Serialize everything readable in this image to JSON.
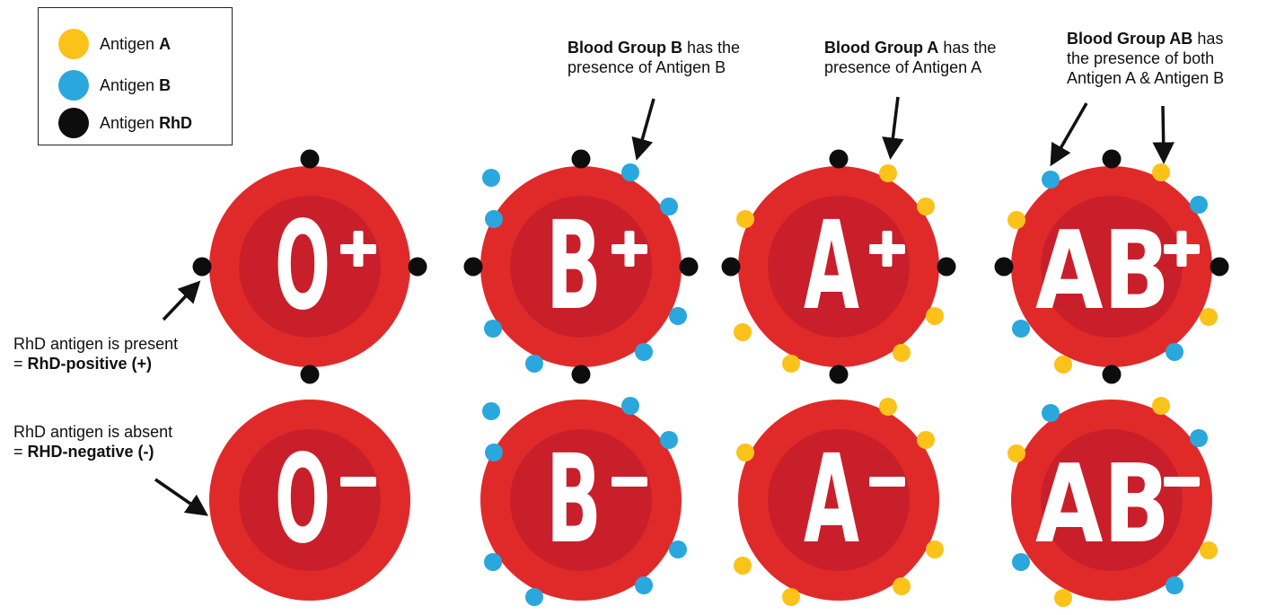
{
  "colors": {
    "antigen_a": "#fbc21a",
    "antigen_b": "#2aa7dc",
    "antigen_rhd": "#0d0d0d",
    "cell_outer": "#e02a2a",
    "cell_inner": "#c91f2a",
    "label": "#ffffff"
  },
  "legend": {
    "items": [
      {
        "prefix": "Antigen ",
        "bold": "A",
        "color_key": "antigen_a"
      },
      {
        "prefix": "Antigen ",
        "bold": "B",
        "color_key": "antigen_b"
      },
      {
        "prefix": "Antigen ",
        "bold": "RhD",
        "color_key": "antigen_rhd"
      }
    ]
  },
  "annotations": {
    "group_b": {
      "bold": "Blood Group B",
      "line1_rest": " has the",
      "line2": "presence of Antigen B"
    },
    "group_a": {
      "bold": "Blood Group A",
      "line1_rest": " has the",
      "line2": "presence of Antigen A"
    },
    "group_ab": {
      "bold": "Blood Group AB",
      "line1_rest": " has",
      "line2": "the presence of both",
      "line3": "Antigen A & Antigen B"
    },
    "rhd_positive": {
      "line1": "RhD antigen is present",
      "prefix": "= ",
      "bold": "RhD-positive (+)"
    },
    "rhd_negative": {
      "line1": "RhD antigen is absent",
      "prefix": "= ",
      "bold": "RHD-negative (-)"
    }
  },
  "cells": [
    {
      "id": "o-pos",
      "type": "O",
      "sign": "+",
      "antigens": "",
      "rhd": true
    },
    {
      "id": "b-pos",
      "type": "B",
      "sign": "+",
      "antigens": "B",
      "rhd": true
    },
    {
      "id": "a-pos",
      "type": "A",
      "sign": "+",
      "antigens": "A",
      "rhd": true
    },
    {
      "id": "ab-pos",
      "type": "AB",
      "sign": "+",
      "antigens": "AB",
      "rhd": true
    },
    {
      "id": "o-neg",
      "type": "O",
      "sign": "-",
      "antigens": "",
      "rhd": false
    },
    {
      "id": "b-neg",
      "type": "B",
      "sign": "-",
      "antigens": "B",
      "rhd": false
    },
    {
      "id": "a-neg",
      "type": "A",
      "sign": "-",
      "antigens": "A",
      "rhd": false
    },
    {
      "id": "ab-neg",
      "type": "AB",
      "sign": "-",
      "antigens": "AB",
      "rhd": false
    }
  ]
}
